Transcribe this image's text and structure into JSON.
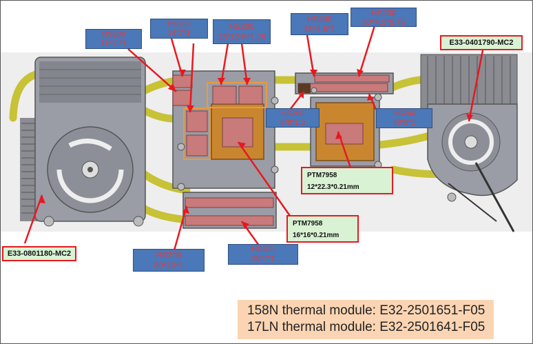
{
  "labels": {
    "hs_11": {
      "name": "HS200",
      "dims": "11*11*1"
    },
    "hs_14": {
      "name": "HS200",
      "dims": "14*7*1"
    },
    "hs_13": {
      "name": "HS200",
      "dims": "13*12.5*1.25"
    },
    "hs_15": {
      "name": "HS200",
      "dims": "15*4.5*1"
    },
    "hs_30": {
      "name": "HS200",
      "dims": "30*4.5*0.75"
    },
    "hs_8": {
      "name": "HS200",
      "dims": "8*8*1.5"
    },
    "hs_43": {
      "name": "HS200",
      "dims": "43*8*1"
    },
    "hs_60": {
      "name": "HS200",
      "dims": "60*10*1"
    },
    "hs_56": {
      "name": "HS200",
      "dims": "56*7*1"
    }
  },
  "fans": {
    "right": "E33-0401790-MC2",
    "left": "E33-0801180-MC2"
  },
  "ptm": {
    "upper": {
      "name": "PTM7958",
      "dims": "12*22.3*0.21mm"
    },
    "lower": {
      "name": "PTM7958",
      "dims": "16*16*0.21mm"
    }
  },
  "footer": {
    "line1": "158N thermal module: E32-2501651-F05",
    "line2": "17LN thermal module: E32-2501641-F05"
  },
  "colors": {
    "label_bg": "#4a78b8",
    "label_text": "#e83a3a",
    "callout_bg": "#d9f2d3",
    "callout_border": "#e8181f",
    "footer_bg": "#fbd5b3",
    "heatpipe": "#c9c33a",
    "pad": "#c97a7a",
    "copper": "#c9862f"
  }
}
